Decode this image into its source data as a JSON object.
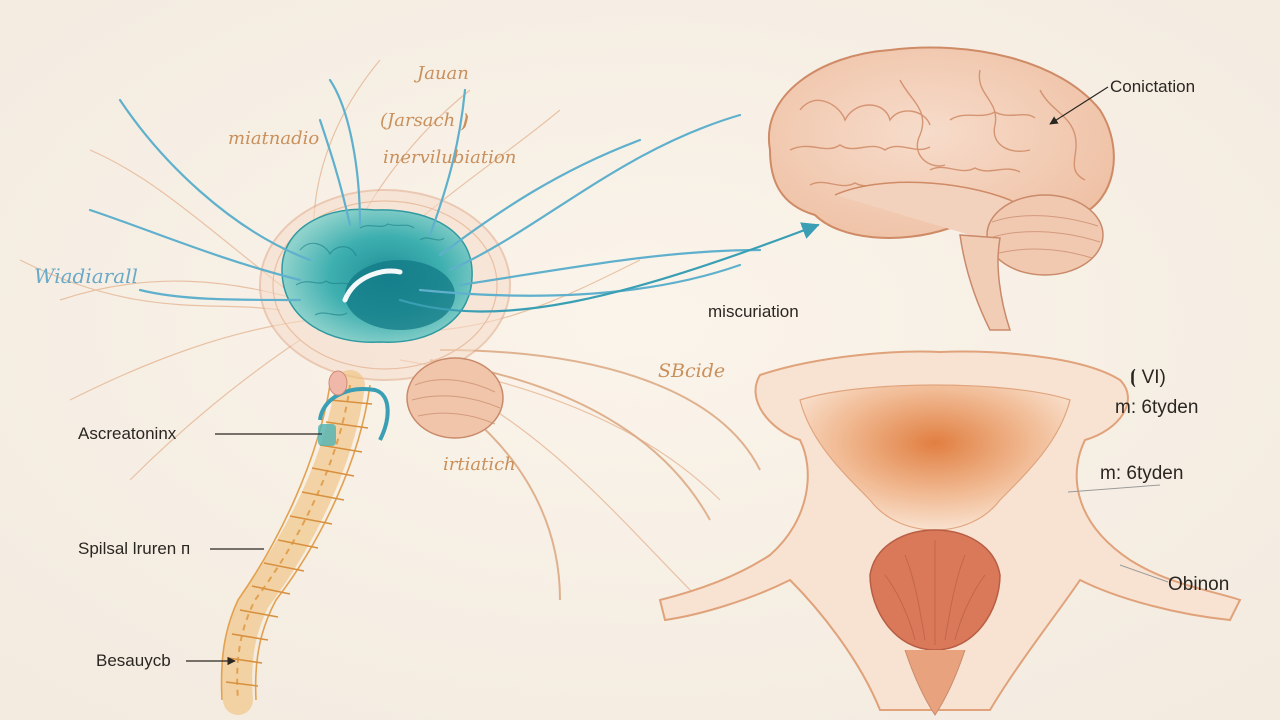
{
  "labels": {
    "ascreatoninx": "Ascreatoninx",
    "spilsal_iruren": "Spilsal lruren п",
    "besauycb": "Besauycb",
    "conictation": "Conictation",
    "miscuriation": "miscuriation",
    "m_6tyden_upper": "m: 6tyden",
    "m_6tyden_lower": "m: 6tyden",
    "obinon": "Obinon",
    "qualifier_d_vi": "⦗ VI)",
    "jauan": "Jauan",
    "jarsach": "(Jarsach ⦘",
    "miatnadio": "miatnadio",
    "inervilubiation": "inervilubiation",
    "wiadiarall": "Wiadiarall",
    "irtiatich": "irtiatich",
    "sbcide": "SBcide"
  },
  "colors": {
    "background": "#f7f1e8",
    "brain_tissue": "#f2cfb8",
    "brain_outline": "#cf8a66",
    "teal_nucleus": "#4fb3b3",
    "nerve_blue": "#5fb0cc",
    "spine_orange": "#e2a150",
    "label_text": "#2a2622",
    "handwritten_orange": "#c9905c"
  }
}
